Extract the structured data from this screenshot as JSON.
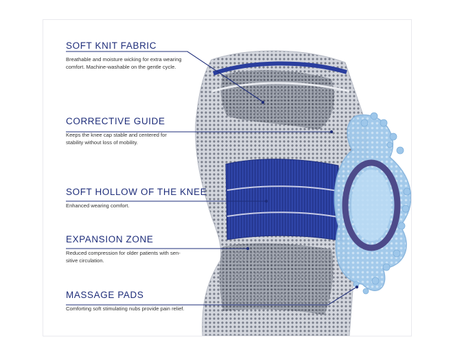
{
  "features": [
    {
      "title": "SOFT KNIT FABRIC",
      "description": "Breathable and moisture wicking for extra wearing comfort. Machine-washable on the gentle cycle."
    },
    {
      "title": "CORRECTIVE GUIDE",
      "description": "Keeps the knee cap stable and centered for stability without loss of mobility."
    },
    {
      "title": "SOFT HOLLOW OF THE KNEE",
      "description": "Enhanced wearing comfort."
    },
    {
      "title": "EXPANSION ZONE",
      "description": "Reduced compression for older patients with sen-sitive circulation."
    },
    {
      "title": "MASSAGE PADS",
      "description": "Comforting soft stimulating nubs provide pain relief."
    }
  ],
  "colors": {
    "heading": "#1e2d7a",
    "brace_knit": "#c9ccd4",
    "brace_band": "#2a3e9e",
    "insert": "#a9cfee",
    "pad": "#4d4a8a"
  },
  "icons": [
    "knee-brace-illustration",
    "silicone-insert-illustration"
  ]
}
